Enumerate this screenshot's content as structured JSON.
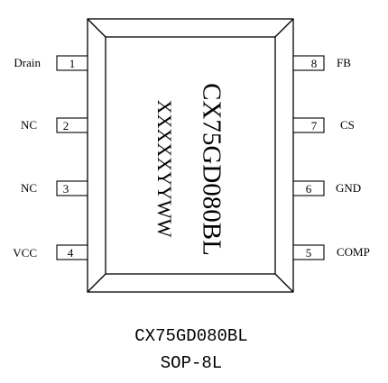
{
  "chip": {
    "marking_part": "CX75GD080BL",
    "marking_code": "XXXXXYYWW"
  },
  "pins": {
    "left": [
      {
        "number": "1",
        "name": "Drain"
      },
      {
        "number": "2",
        "name": "NC"
      },
      {
        "number": "3",
        "name": "NC"
      },
      {
        "number": "4",
        "name": "VCC"
      }
    ],
    "right": [
      {
        "number": "8",
        "name": "FB"
      },
      {
        "number": "7",
        "name": "CS"
      },
      {
        "number": "6",
        "name": "GND"
      },
      {
        "number": "5",
        "name": "COMP"
      }
    ]
  },
  "caption": {
    "part_number": "CX75GD080BL",
    "package": "SOP-8L"
  },
  "colors": {
    "stroke": "#000000",
    "background": "#ffffff"
  }
}
